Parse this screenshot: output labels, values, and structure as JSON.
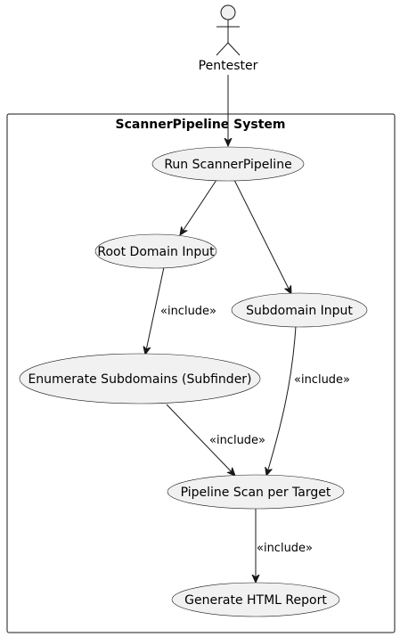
{
  "actor": {
    "name": "Pentester"
  },
  "system": {
    "title": "ScannerPipeline System"
  },
  "use_cases": {
    "run": "Run ScannerPipeline",
    "root": "Root Domain Input",
    "sub": "Subdomain Input",
    "enum": "Enumerate Subdomains (Subfinder)",
    "scan": "Pipeline Scan per Target",
    "report": "Generate HTML Report"
  },
  "edges": [
    {
      "from": "Pentester",
      "to": "Run ScannerPipeline",
      "label": ""
    },
    {
      "from": "Run ScannerPipeline",
      "to": "Root Domain Input",
      "label": ""
    },
    {
      "from": "Run ScannerPipeline",
      "to": "Subdomain Input",
      "label": ""
    },
    {
      "from": "Root Domain Input",
      "to": "Enumerate Subdomains (Subfinder)",
      "label": "«include»"
    },
    {
      "from": "Subdomain Input",
      "to": "Pipeline Scan per Target",
      "label": "«include»"
    },
    {
      "from": "Enumerate Subdomains (Subfinder)",
      "to": "Pipeline Scan per Target",
      "label": "«include»"
    },
    {
      "from": "Pipeline Scan per Target",
      "to": "Generate HTML Report",
      "label": "«include»"
    }
  ],
  "colors": {
    "usecase_fill": "#f1f1f1",
    "stroke": "#181818",
    "background": "#ffffff"
  }
}
